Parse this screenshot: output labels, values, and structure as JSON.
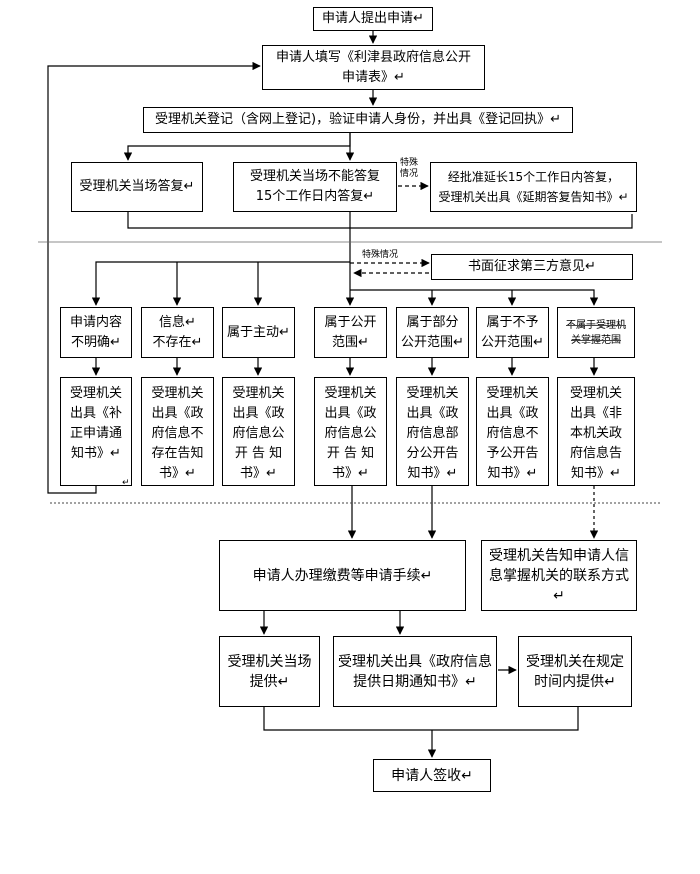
{
  "nodes": {
    "submit": "申请人提出申请↵",
    "fill_form": "申请人填写《利津县政府信息公开\n申请表》↵",
    "register": "受理机关登记（含网上登记)，验证申请人身份，并出具《登记回执》↵",
    "reply_onsite": "受理机关当场答复↵",
    "reply_15days": "受理机关当场不能答复\n15个工作日内答复↵",
    "extend": "经批准延长15个工作日内答复，\n受理机关出具《延期答复告知书》↵",
    "third_party": "书面征求第三方意见↵",
    "cat_unclear": "申请内容\n不明确↵",
    "cat_not_exist": "信息↵\n不存在↵",
    "cat_active": "属于主动↵",
    "cat_public": "属于公开\n范围↵",
    "cat_partial": "属于部分\n公开范围↵",
    "cat_not_public": "属于不予\n公开范围↵",
    "cat_not_agency": "不属于受理机\n关掌握范围",
    "res_correction": "受理机关\n出具《补\n正申请通\n知书》↵",
    "res_not_exist": "受理机关\n出具《政\n府信息不\n存在告知\n书》↵",
    "res_active": "受理机关\n出具《政\n府信息公\n开 告 知\n书》↵",
    "res_public": "受理机关\n出具《政\n府信息公\n开 告 知\n书》↵",
    "res_partial": "受理机关\n出具《政\n府信息部\n分公开告\n知书》↵",
    "res_not_public": "受理机关\n出具《政\n府信息不\n予公开告\n知书》↵",
    "res_not_agency": "受理机关\n出具《非\n本机关政\n府信息告\n知书》↵",
    "fee": "申请人办理缴费等申请手续↵",
    "notify_contact": "受理机关告知申请人信\n息掌握机关的联系方式↵",
    "provide_onsite": "受理机关当场\n提供↵",
    "provide_date": "受理机关出具《政府信息\n提供日期通知书》↵",
    "provide_deadline": "受理机关在规定\n时间内提供↵",
    "sign": "申请人签收↵"
  },
  "labels": {
    "special_1": "特殊\n情况",
    "special_2": "特殊情况",
    "mark": "↵"
  }
}
